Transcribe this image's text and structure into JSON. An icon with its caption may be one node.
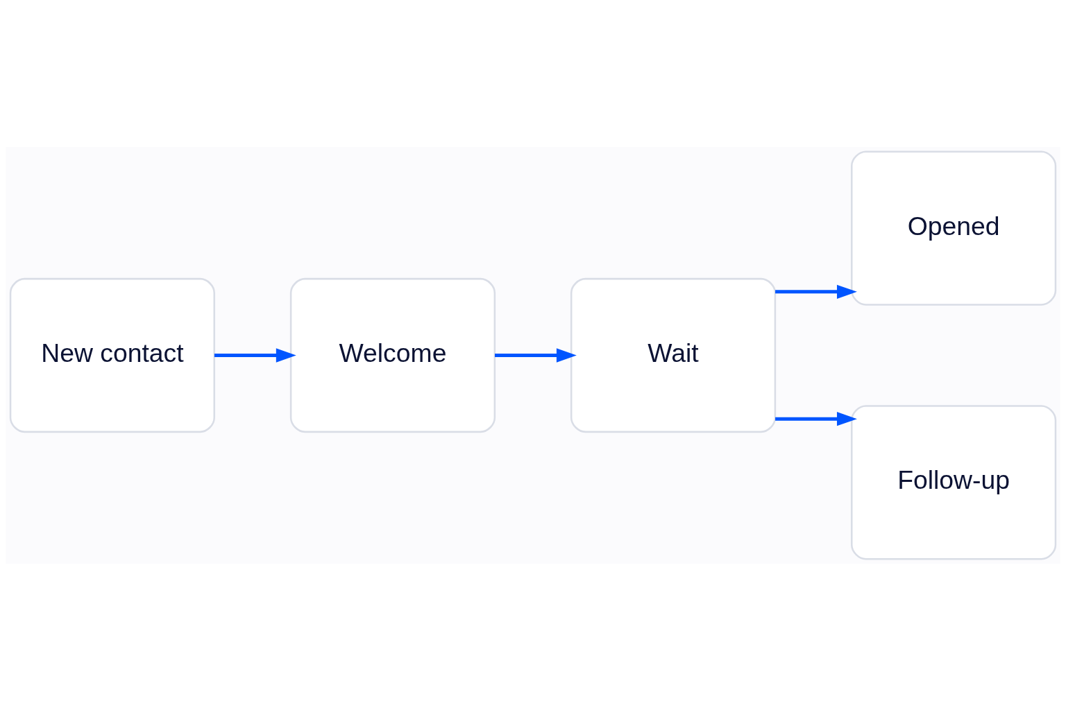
{
  "diagram": {
    "nodes": [
      {
        "text": [
          "New contact"
        ]
      },
      {
        "text": [
          "Welcome"
        ]
      },
      {
        "text": [
          "Wait"
        ]
      },
      {
        "text": [
          "Opened"
        ]
      },
      {
        "text": [
          "Follow-up"
        ]
      }
    ],
    "edges": [
      {
        "from": 0,
        "to": 1,
        "arrow": "to"
      },
      {
        "from": 1,
        "to": 2,
        "arrow": "to"
      },
      {
        "from": 2,
        "to": 3,
        "arrow": "to"
      },
      {
        "from": 2,
        "to": 4,
        "arrow": "to"
      }
    ]
  }
}
